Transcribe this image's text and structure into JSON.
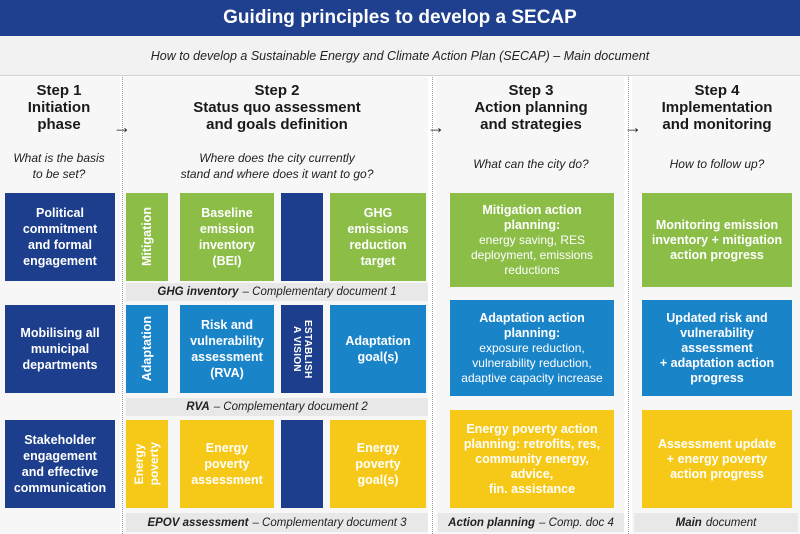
{
  "title": "Guiding principles to develop a SECAP",
  "subtitle": "How to develop a Sustainable Energy and Climate Action Plan (SECAP) – Main document",
  "arrow_glyph": "→",
  "steps": [
    {
      "title_line1": "Step 1",
      "title_line2": "Initiation",
      "title_line3": "phase",
      "question_line1": "What is the basis",
      "question_line2": "to be set?"
    },
    {
      "title_line1": "Step 2",
      "title_line2": "Status quo assessment",
      "title_line3": "and goals definition",
      "question_line1": "Where does the city currently",
      "question_line2": "stand and where does it want to go?"
    },
    {
      "title_line1": "Step 3",
      "title_line2": "Action planning",
      "title_line3": "and strategies",
      "question_line1": "What can the city do?",
      "question_line2": ""
    },
    {
      "title_line1": "Step 4",
      "title_line2": "Implementation",
      "title_line3": "and monitoring",
      "question_line1": "How to follow up?",
      "question_line2": ""
    }
  ],
  "initiation": [
    {
      "line1": "Political",
      "line2": "commitment",
      "line3": "and formal",
      "line4": "engagement"
    },
    {
      "line1": "Mobilising all",
      "line2": "municipal",
      "line3": "departments",
      "line4": ""
    },
    {
      "line1": "Stakeholder",
      "line2": "engagement",
      "line3": "and effective",
      "line4": "communication"
    }
  ],
  "rows": [
    {
      "label": "Mitigation",
      "label2": "",
      "assessment_line1": "Baseline",
      "assessment_line2": "emission",
      "assessment_line3": "inventory (BEI)",
      "assessment_line4": "",
      "goal_line1": "GHG emissions",
      "goal_line2": "reduction",
      "goal_line3": "target",
      "doc_bold": "GHG inventory",
      "doc_rest": "– Complementary document 1"
    },
    {
      "label": "Adaptation",
      "label2": "",
      "assessment_line1": "Risk and",
      "assessment_line2": "vulnerability",
      "assessment_line3": "assessment",
      "assessment_line4": "(RVA)",
      "goal_line1": "Adaptation",
      "goal_line2": "goal(s)",
      "goal_line3": "",
      "doc_bold": "RVA",
      "doc_rest": "– Complementary document 2"
    },
    {
      "label": "Energy",
      "label2": "poverty",
      "assessment_line1": "Energy",
      "assessment_line2": "poverty",
      "assessment_line3": "assessment",
      "assessment_line4": "",
      "goal_line1": "Energy",
      "goal_line2": "poverty goal(s)",
      "goal_line3": "",
      "doc_bold": "EPOV assessment",
      "doc_rest": "– Complementary document 3"
    }
  ],
  "vision_line1": "ESTABLISH",
  "vision_line2": "A VISION",
  "actions": [
    {
      "heading_line1": "Mitigation action",
      "heading_line2": "planning:",
      "heading_line3": "",
      "detail_line1": "energy saving, RES",
      "detail_line2": "deployment, emissions",
      "detail_line3": "reductions"
    },
    {
      "heading_line1": "Adaptation action",
      "heading_line2": "planning:",
      "heading_line3": "",
      "detail_line1": "exposure reduction,",
      "detail_line2": "vulnerability reduction,",
      "detail_line3": "adaptive capacity increase"
    },
    {
      "heading_line1": "Energy poverty action",
      "heading_line2": "planning: retrofits, res,",
      "heading_line3": "community energy, advice,",
      "detail_line1": "fin. assistance",
      "detail_line2": "",
      "detail_line3": ""
    }
  ],
  "monitoring": [
    {
      "line1": "Monitoring emission",
      "line2": "inventory + mitigation",
      "line3": "action progress",
      "line4": ""
    },
    {
      "line1": "Updated risk and",
      "line2": "vulnerability",
      "line3": "assessment",
      "line4": "+ adaptation action",
      "line5": "progress"
    },
    {
      "line1": "Assessment update",
      "line2": "+ energy poverty",
      "line3": "action progress",
      "line4": ""
    }
  ],
  "step3_doc_bold": "Action planning",
  "step3_doc_rest": "– Comp. doc 4",
  "step4_doc_bold": "Main",
  "step4_doc_rest": "document",
  "colors": {
    "navy": "#1d3e8c",
    "green": "#8bbd47",
    "blue": "#1a84c9",
    "yellow": "#f6c918",
    "title_bar": "#1f3f8f"
  }
}
